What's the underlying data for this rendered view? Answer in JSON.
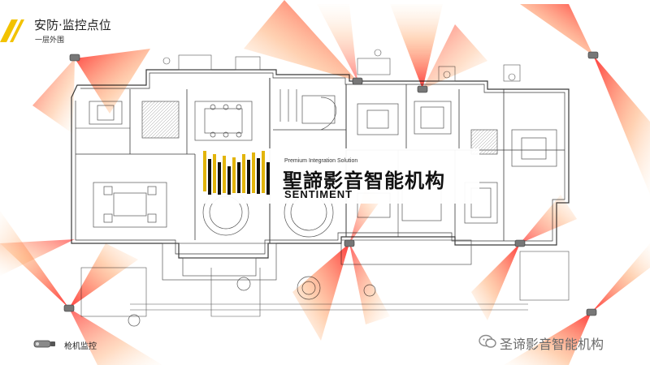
{
  "header": {
    "title": "安防·监控点位",
    "subtitle": "一层外围"
  },
  "logo": {
    "tagline": "Premium Integration Solution",
    "name_cn": "聖諦影音智能机构",
    "name_en": "SENTIMENT"
  },
  "legend": {
    "icon": "bullet-camera-icon",
    "label": "枪机监控"
  },
  "watermark": {
    "icon": "wechat-icon",
    "text": "圣谛影音智能机构"
  },
  "colors": {
    "accent_yellow": "#f2c200",
    "coverage_red": "#ff1a1a",
    "coverage_orange": "#ffb36b",
    "plan_line": "#3a3a3a"
  }
}
